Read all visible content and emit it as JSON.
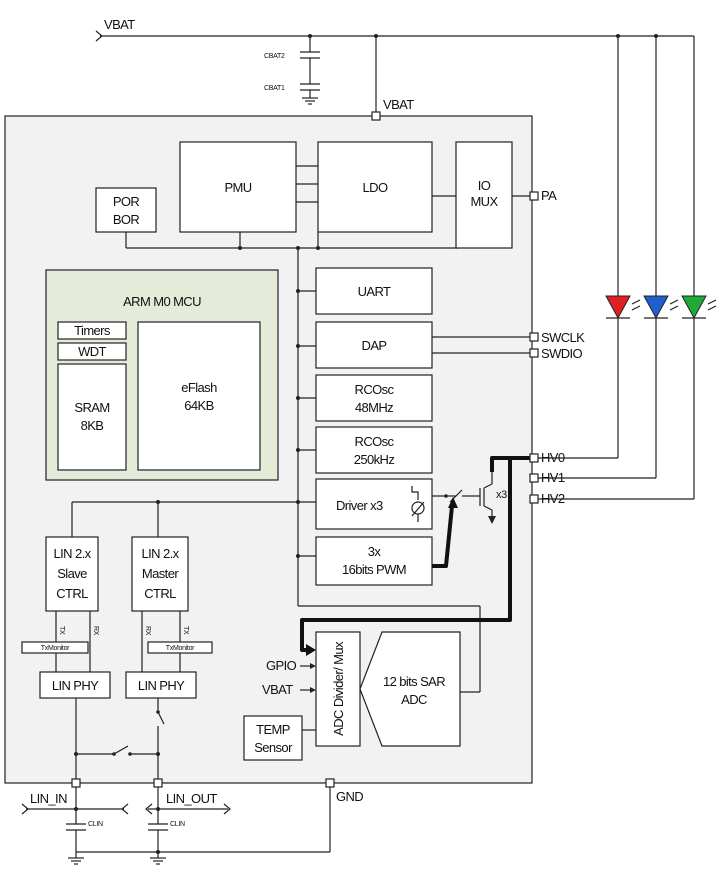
{
  "supply": {
    "vbat_top": "VBAT",
    "cbat2": "CBAT2",
    "cbat1": "CBAT1",
    "vbat_pin": "VBAT"
  },
  "blocks": {
    "pmu": "PMU",
    "ldo": "LDO",
    "io_mux": [
      "IO",
      "MUX"
    ],
    "por_bor": [
      "POR",
      "BOR"
    ],
    "mcu_title": "ARM M0 MCU",
    "timers": "Timers",
    "wdt": "WDT",
    "sram": [
      "SRAM",
      "8KB"
    ],
    "eflash": [
      "eFlash",
      "64KB"
    ],
    "uart": "UART",
    "dap": "DAP",
    "rcosc1": [
      "RCOsc",
      "48MHz"
    ],
    "rcosc2": [
      "RCOsc",
      "250kHz"
    ],
    "driver": "Driver x3",
    "pwm": [
      "3x",
      "16bits PWM"
    ],
    "lin_slave": [
      "LIN 2.x",
      "Slave",
      "CTRL"
    ],
    "lin_master": [
      "LIN 2.x",
      "Master",
      "CTRL"
    ],
    "tx": "TX",
    "rx": "RX",
    "txmonitor": "TxMonitor",
    "lin_phy": "LIN PHY",
    "adc_mux": "ADC Divider/ Mux",
    "sar_adc": [
      "12 bits SAR",
      "ADC"
    ],
    "temp_sensor": [
      "TEMP",
      "Sensor"
    ],
    "x3": "x3"
  },
  "pins": {
    "pa": "PA",
    "swclk": "SWCLK",
    "swdio": "SWDIO",
    "hv0": "HV0",
    "hv1": "HV1",
    "hv2": "HV2",
    "gpio": "GPIO",
    "vbat_in": "VBAT",
    "lin_in": "LIN_IN",
    "lin_out": "LIN_OUT",
    "gnd": "GND",
    "clin": "CLIN"
  },
  "colors": {
    "led_red": "#e02020",
    "led_blue": "#1f5fd0",
    "led_green": "#1faa3a",
    "mcu_fill": "#e4ecd9",
    "chip_fill": "#f2f2f2"
  }
}
